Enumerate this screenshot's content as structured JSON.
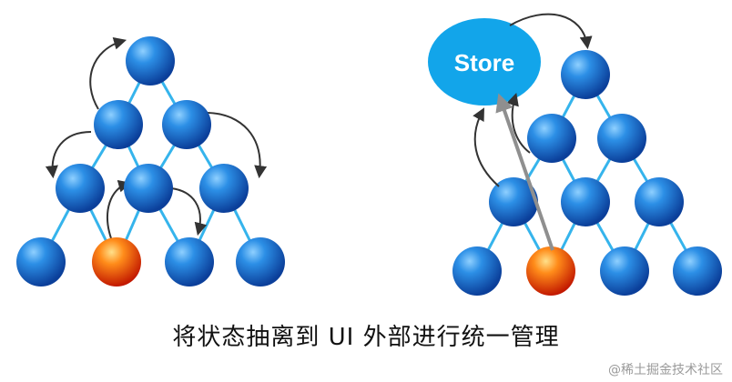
{
  "diagram": {
    "store_label": "Store",
    "caption": "将状态抽离到 UI 外部进行统一管理",
    "watermark": "@稀土掘金技术社区",
    "colors": {
      "node": "#1a78d6",
      "node_highlight": "#8fd0ff",
      "active_node": "#ff6a00",
      "active_highlight": "#ffe08a",
      "link": "#35b4ec",
      "store": "#12a5ea",
      "arrow": "#333333",
      "pointer": "#8f8f8f"
    }
  }
}
